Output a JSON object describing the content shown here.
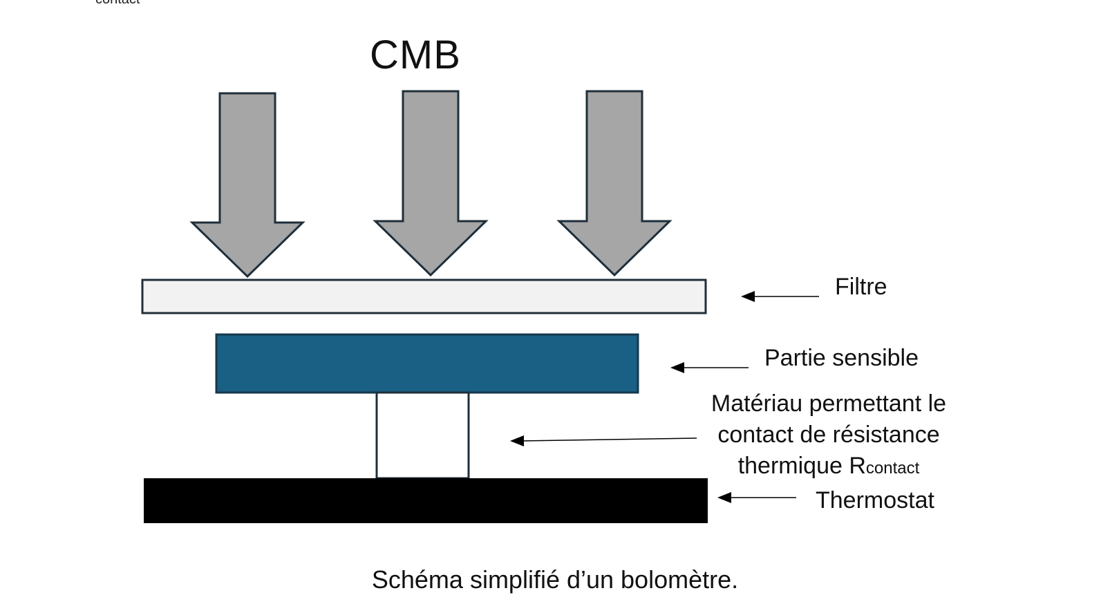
{
  "header_fragment": "contact",
  "diagram": {
    "title": "CMB",
    "labels": {
      "filter": "Filtre",
      "sensor": "Partie sensible",
      "material_line1": "Matériau permettant le",
      "material_line2": "contact de résistance",
      "material_line3_main": "thermique R",
      "material_line3_sub": "contact",
      "thermostat": "Thermostat"
    },
    "colors": {
      "arrow_fill": "#a6a6a6",
      "arrow_stroke": "#1f2f3a",
      "filter_fill": "#f2f2f2",
      "sensor_fill": "#1a5f84",
      "thermostat_fill": "#000000"
    }
  },
  "caption": "Schéma simplifié d’un bolomètre."
}
